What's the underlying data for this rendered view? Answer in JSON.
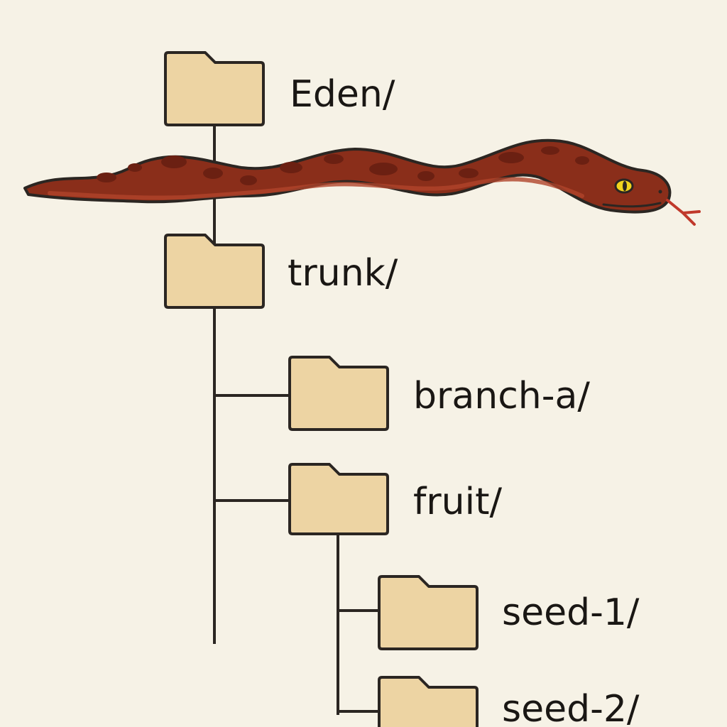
{
  "colors": {
    "background": "#f6f2e6",
    "folder_fill": "#edd4a3",
    "outline": "#2b2622",
    "snake_body": "#8a2e1a",
    "snake_spots": "#6b2012",
    "snake_eye": "#f1d41e",
    "snake_tongue": "#c0392b"
  },
  "tree": {
    "root": {
      "label": "Eden/",
      "icon": "folder-icon"
    },
    "trunk": {
      "label": "trunk/",
      "icon": "folder-icon"
    },
    "branch_a": {
      "label": "branch-a/",
      "icon": "folder-icon"
    },
    "fruit": {
      "label": "fruit/",
      "icon": "folder-icon"
    },
    "seed_1": {
      "label": "seed-1/",
      "icon": "folder-icon"
    },
    "seed_2": {
      "label": "seed-2/",
      "icon": "folder-icon"
    }
  },
  "decoration": {
    "icon": "snake-icon"
  }
}
